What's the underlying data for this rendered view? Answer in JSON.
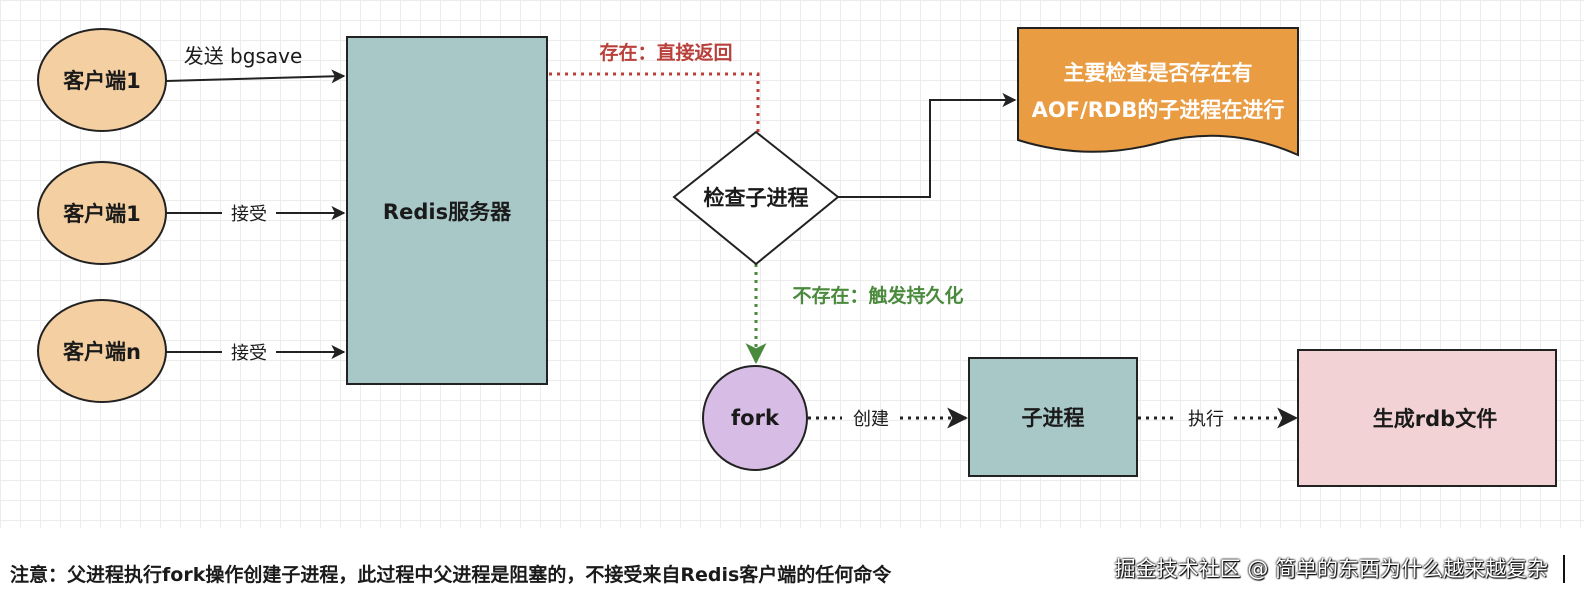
{
  "nodes": {
    "client_1": "客户端1",
    "client_2": "客户端1",
    "client_n": "客户端n",
    "redis_server": "Redis服务器",
    "check_child": "检查子进程",
    "check_note_line1": "主要检查是否存在有",
    "check_note_line2": "AOF/RDB的子进程在进行",
    "fork": "fork",
    "child_process": "子进程",
    "generate_rdb": "生成rdb文件"
  },
  "edges": {
    "send_bgsave": "发送 bgsave",
    "accept_1": "接受",
    "accept_2": "接受",
    "exists_return": "存在：直接返回",
    "not_exists_persist": "不存在：触发持久化",
    "create": "创建",
    "execute": "执行"
  },
  "footer": {
    "note": "注意：父进程执行fork操作创建子进程，此过程中父进程是阻塞的，不接受来自Redis客户端的任何命令",
    "watermark": "掘金技术社区 @ 简单的东西为什么越来越复杂"
  },
  "colors": {
    "client_fill": "#f4cfa2",
    "server_fill": "#a8c8c8",
    "note_fill": "#ea9c43",
    "fork_fill": "#d7bde6",
    "rdb_fill": "#f2d2d4",
    "return_red": "#b9403a",
    "persist_green": "#4a8a3c"
  }
}
